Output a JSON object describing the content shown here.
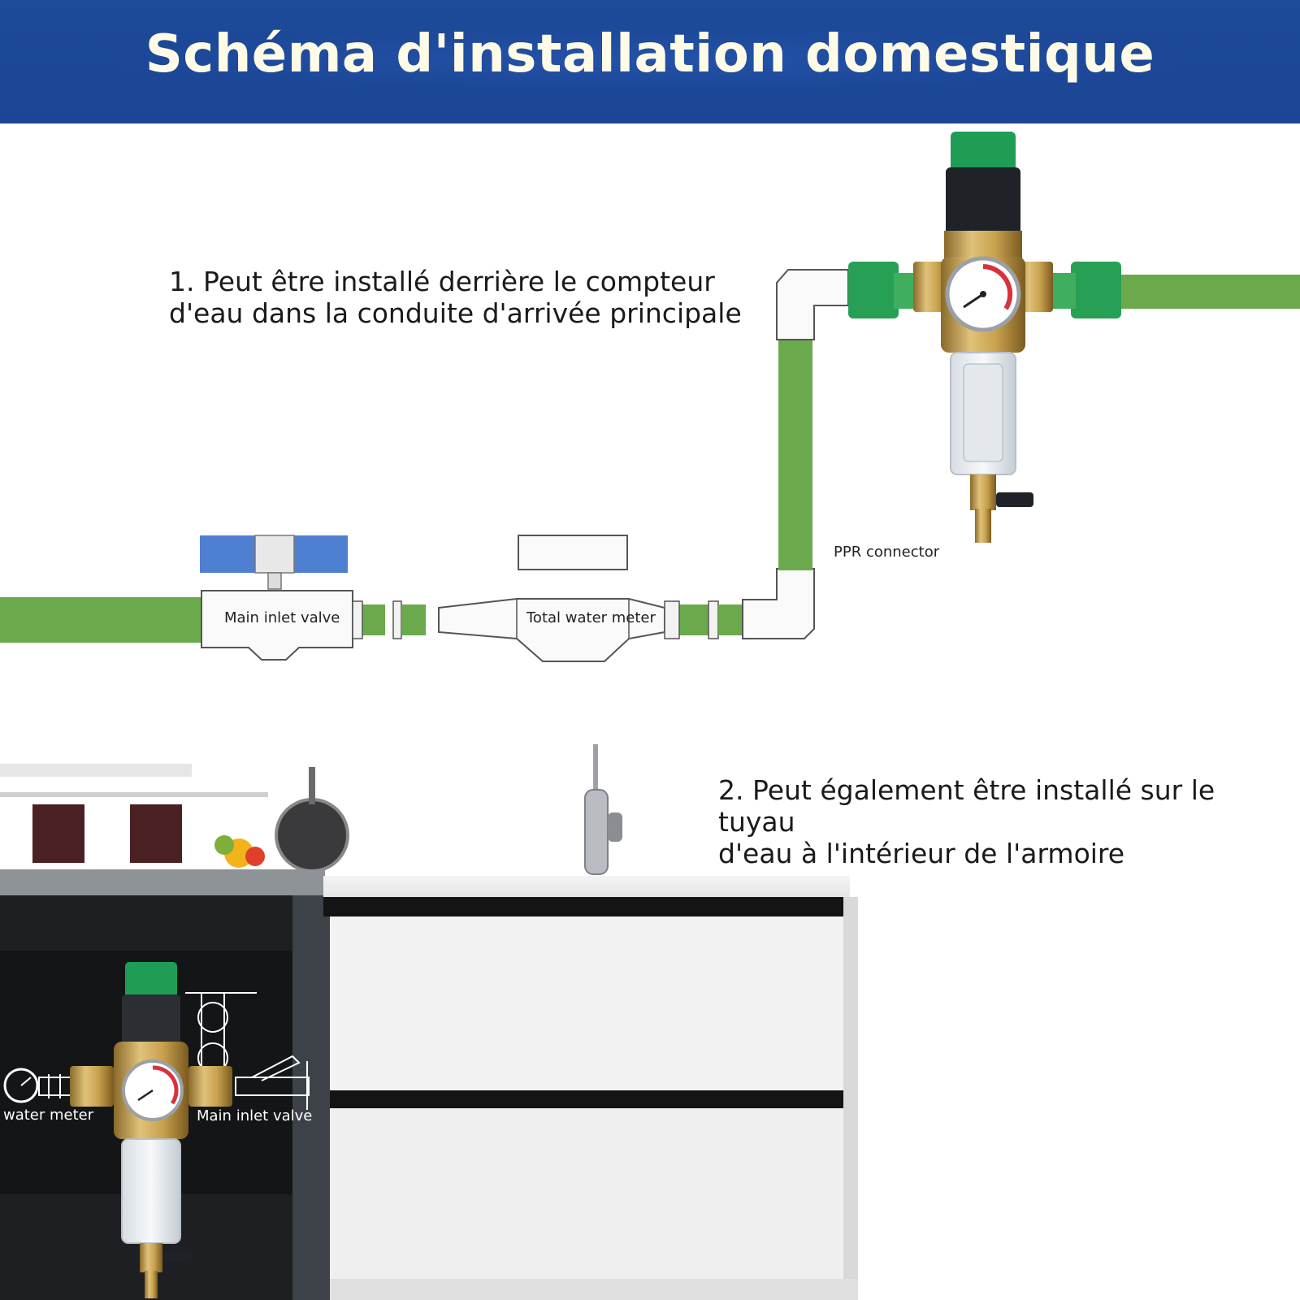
{
  "header": {
    "title": "Schéma d'installation domestique"
  },
  "captions": {
    "step_1": "1. Peut être installé derrière le compteur\nd'eau dans la conduite d'arrivée principale",
    "step_2": "2. Peut également être installé sur le tuyau\nd'eau à l'intérieur de l'armoire"
  },
  "diagram_labels": {
    "main_inlet_valve": "Main inlet valve",
    "total_water_meter": "Total water meter",
    "ppr_connector": "PPR connector"
  },
  "cabinet_labels": {
    "water_meter": "water meter",
    "main_inlet_valve": "Main inlet valve"
  },
  "colors": {
    "banner": "#1e4a9a",
    "title_text": "#fffbe6",
    "pipe_green": "#6aaa4c",
    "valve_blue": "#4f7fd0",
    "brass": "#c9a24e",
    "cap_green": "#1f9d55"
  }
}
